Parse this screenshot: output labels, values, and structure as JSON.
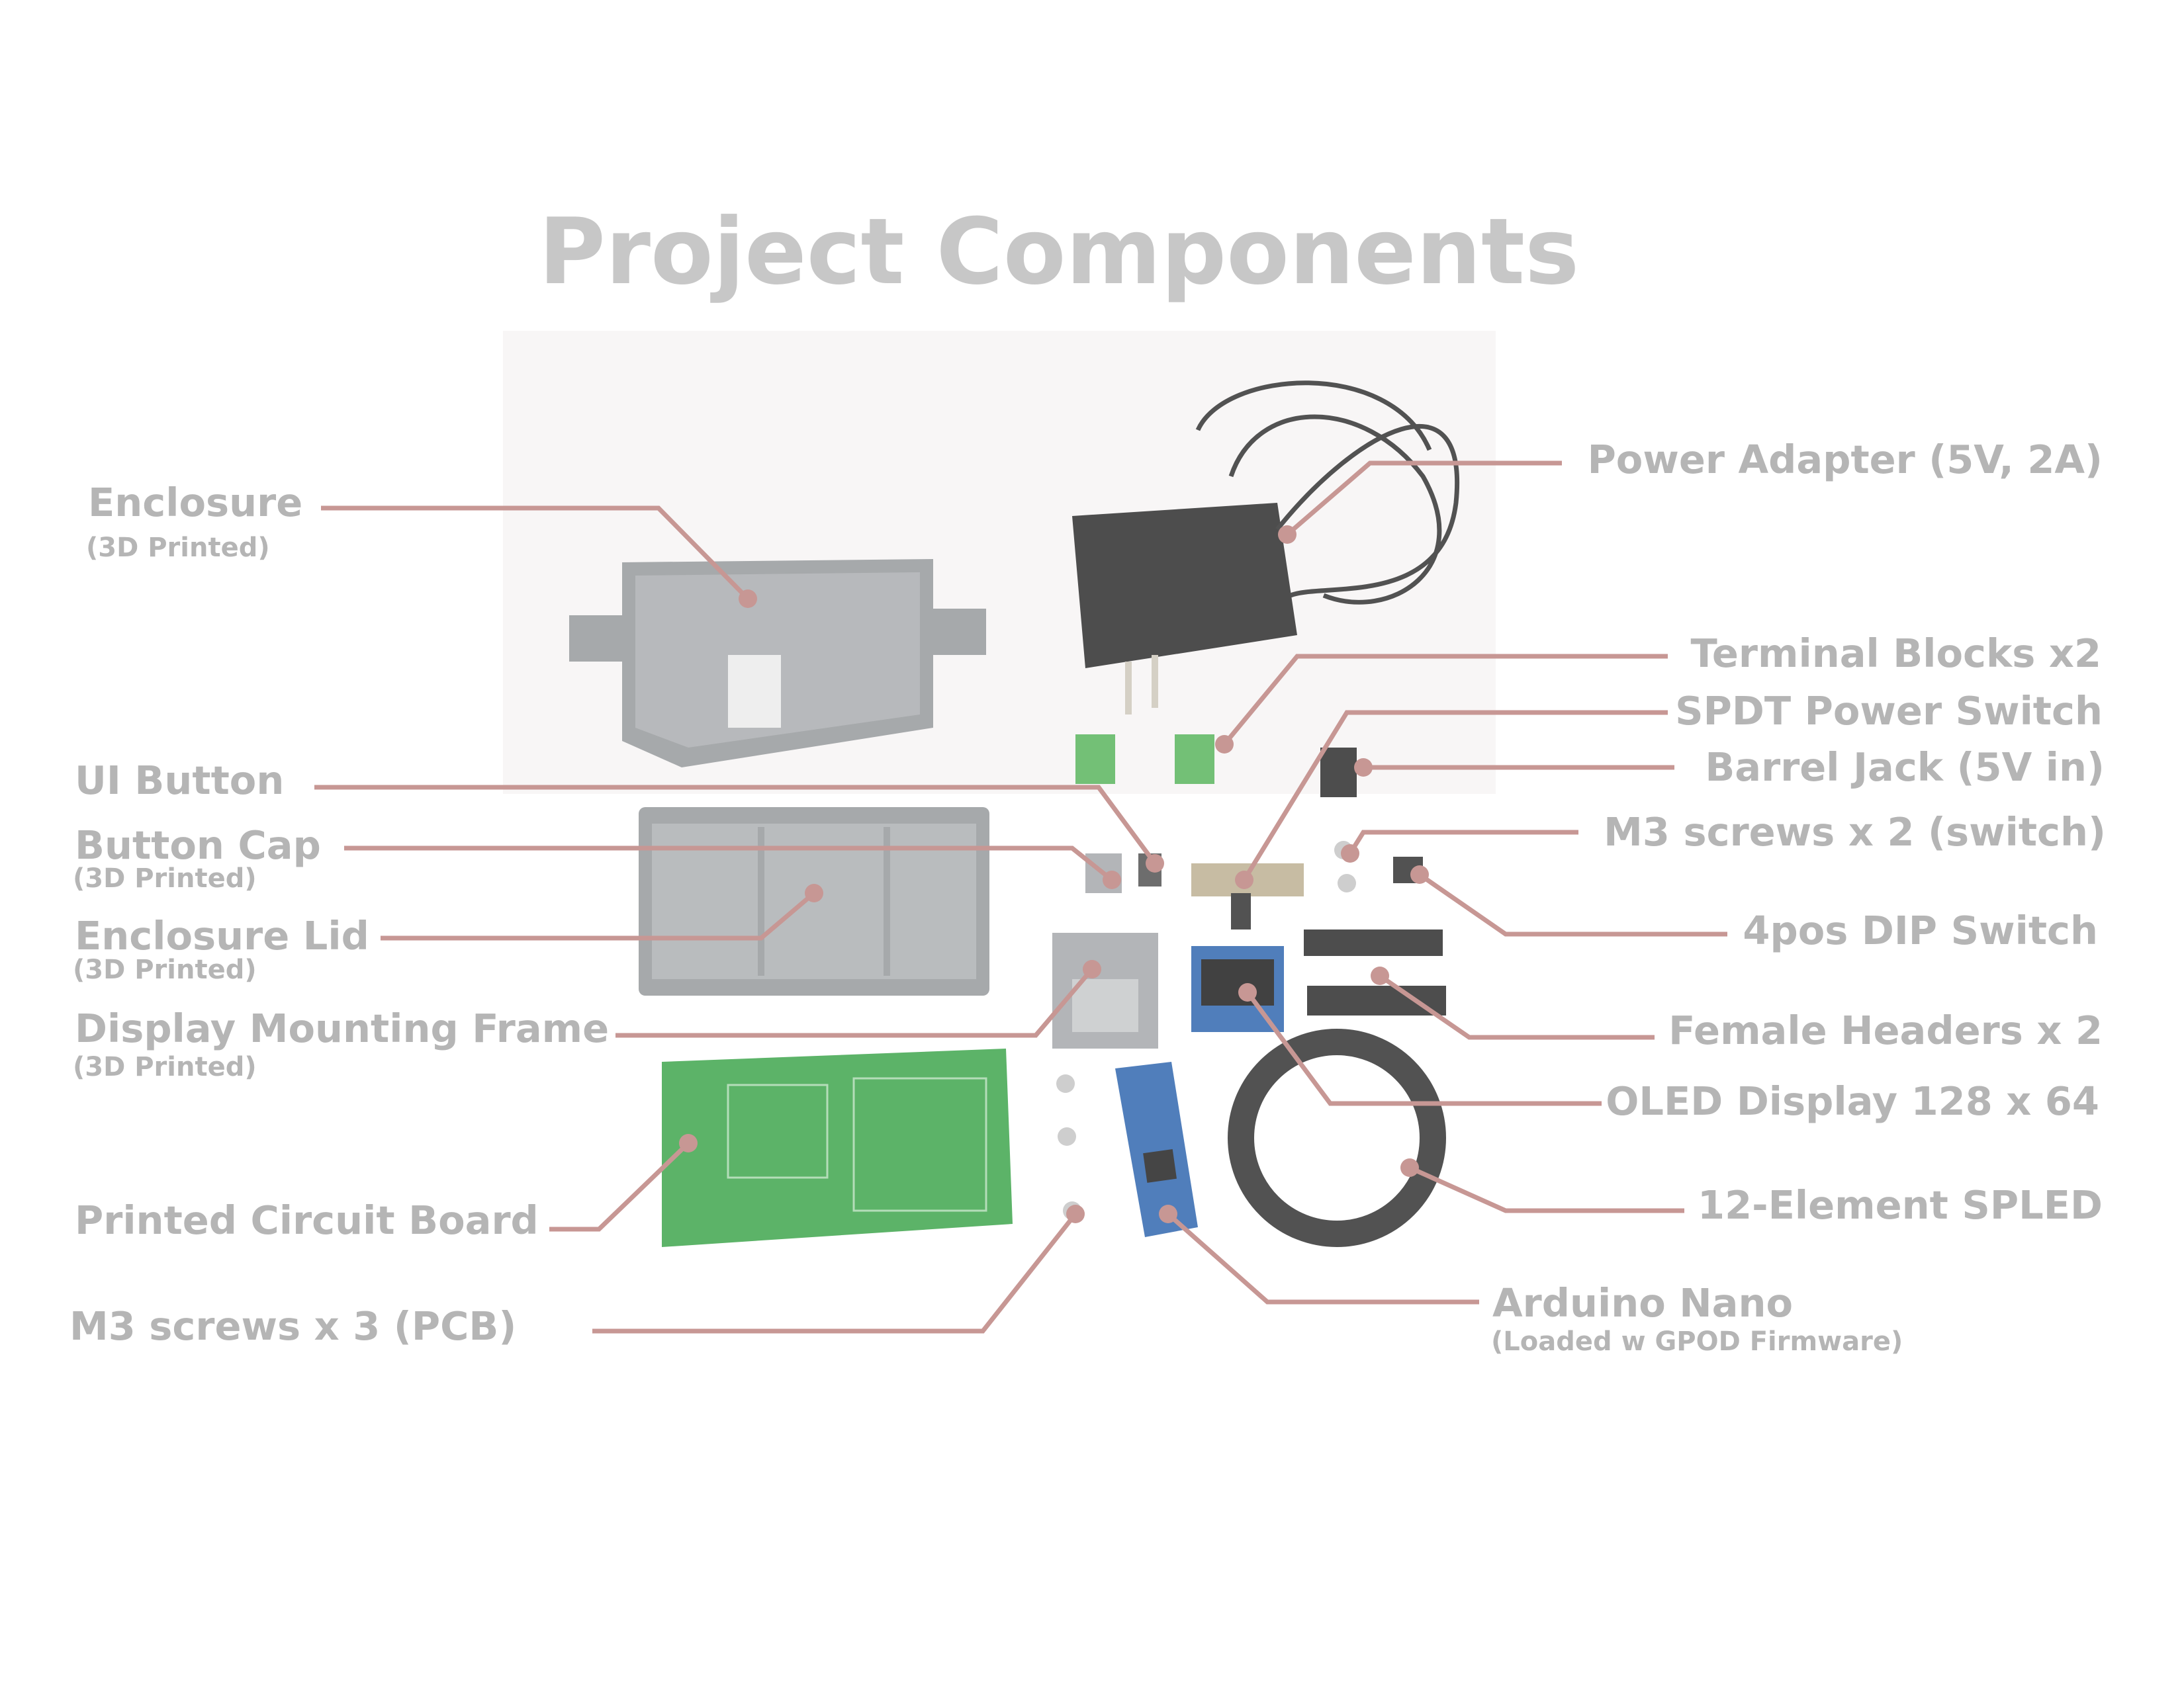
{
  "title": "Project Components",
  "colors": {
    "leader": "#b87a77",
    "label": "#b5b5b5",
    "pcb": "#2f9e3e",
    "plastic": "#8e9194",
    "nano": "#1f5aa8"
  },
  "labels": {
    "enclosure": "Enclosure",
    "enclosure_sub": "(3D Printed)",
    "ui_button": "UI Button",
    "button_cap": "Button Cap",
    "button_cap_sub": "(3D Printed)",
    "enclosure_lid": "Enclosure Lid",
    "enclosure_lid_sub": "(3D Printed)",
    "display_frame": "Display Mounting Frame",
    "display_frame_sub": "(3D Printed)",
    "pcb": "Printed Circuit Board",
    "m3_pcb": "M3 screws x 3 (PCB)",
    "power_adapter": "Power Adapter (5V, 2A)",
    "terminal_blocks": "Terminal Blocks x2",
    "spdt_switch": "SPDT Power Switch",
    "barrel_jack": "Barrel Jack (5V in)",
    "m3_switch": "M3 screws x 2 (switch)",
    "dip_switch": "4pos DIP Switch",
    "female_headers": "Female Headers x 2",
    "oled": "OLED Display 128 x 64",
    "spled": "12-Element SPLED",
    "arduino": "Arduino Nano",
    "arduino_sub": "(Loaded w GPOD Firmware)"
  }
}
